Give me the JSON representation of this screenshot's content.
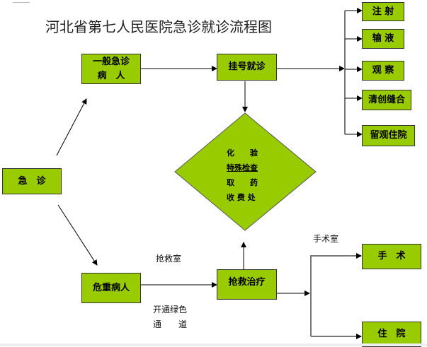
{
  "title": "河北省第七人民医院急诊就诊流程图",
  "colors": {
    "box_fill": "#99cc00",
    "box_border": "#333333",
    "arrow": "#000000",
    "branch_line": "#777777"
  },
  "nodes": {
    "emergency": "急　诊",
    "general_patient_line1": "一般急诊",
    "general_patient_line2": "病　人",
    "registration": "挂号就诊",
    "critical_patient": "危重病人",
    "rescue_treatment": "抢救治疗",
    "diamond": [
      "化　　验",
      "特殊检查",
      "取　　药",
      "收 费 处"
    ],
    "outcomes_top": [
      "注 射",
      "输 液",
      "观 察",
      "清创缝合",
      "留观住院"
    ],
    "outcomes_bottom": [
      "手　术",
      "住　院"
    ]
  },
  "labels": {
    "rescue_room": "抢救室",
    "green_channel_line1": "开通绿色",
    "green_channel_line2": "通　　道",
    "operating_room": "手术室"
  }
}
